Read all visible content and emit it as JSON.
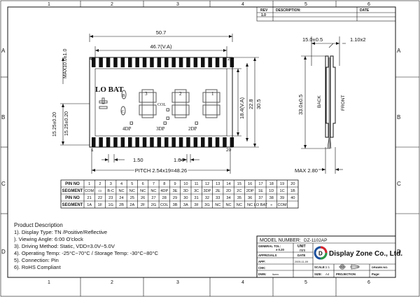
{
  "frame": {
    "columns": [
      "1",
      "2",
      "3",
      "4",
      "5",
      "6"
    ],
    "rows": [
      "A",
      "B",
      "C",
      "D"
    ]
  },
  "title_block_top": {
    "rev_label": "REV",
    "description_label": "DESCRIPTION:",
    "date_label": "DATE",
    "rev_value": "1.0"
  },
  "front_view": {
    "overall_width": "50.7",
    "viewing_area_width": "46.7(V.A)",
    "max_thickness_label": "MAX10.0±1.0",
    "pin_length": "15.25±0.20",
    "height_va": "18.4(V.A)",
    "height_glass": "22.8",
    "height_total": "30.5",
    "pin_width": "1.50",
    "pin_gap": "1.04",
    "pitch": "PITCH 2.54x19=48.26",
    "pin_first_top": "40",
    "pin_last_top": "21",
    "pin_first_bottom": "1",
    "pin_last_bottom": "20",
    "annunciators": {
      "lobat": "LO BAT",
      "b": "B",
      "c": "C",
      "col": "COL",
      "dp4": "4DP",
      "dp3": "3DP",
      "dp2": "2DP",
      "d3": "3",
      "d2": "2",
      "d1": "1"
    }
  },
  "side_view": {
    "top_width": "15.0±0.5",
    "thickness": "1.10x2",
    "height": "33.0±0.5",
    "back_label": "BACK",
    "front_label": "FRONT",
    "max_depth": "MAX 2.80"
  },
  "pin_table": [
    [
      "PIN NO",
      "1",
      "2",
      "3",
      "4",
      "5",
      "6",
      "7",
      "8",
      "9",
      "10",
      "11",
      "12",
      "13",
      "14",
      "15",
      "16",
      "17",
      "18",
      "19",
      "20"
    ],
    [
      "SEGMENT",
      "COM",
      "▭",
      "B-C",
      "NC",
      "NC",
      "NC",
      "NC",
      "4DP",
      "3E",
      "3D",
      "3C",
      "3DP",
      "2E",
      "2D",
      "2C",
      "2DP",
      "1E",
      "1D",
      "1C",
      "1B"
    ],
    [
      "PIN NO",
      "21",
      "22",
      "23",
      "24",
      "25",
      "26",
      "27",
      "28",
      "29",
      "30",
      "31",
      "32",
      "33",
      "34",
      "35",
      "36",
      "37",
      "38",
      "39",
      "40"
    ],
    [
      "SEGMENT",
      "1A",
      "1F",
      "1G",
      "2B",
      "2A",
      "2F",
      "2G",
      "COL",
      "3B",
      "3A",
      "3F",
      "3G",
      "NC",
      "NC",
      "NC",
      "NC",
      "LO BAT",
      "÷",
      "COM",
      ""
    ]
  ],
  "description": {
    "title": "Product Description",
    "items": [
      "1). Display Type: TN /Positive/Reflective",
      "). Viewing Angle: 6:00 O'clock",
      "3). Driving Method: Static, VDD=3.0V~5.0V",
      "4). Operating Temp: -25°C~70°C / Storage Temp: -30°C~80°C",
      "5). Connection: Pin",
      "6). RoHS Compliant"
    ]
  },
  "title_block": {
    "model_label": "MODEL NUMBER:",
    "model_value": "DZ-1102AP",
    "general_tol": "GENERAL TOL:",
    "tol_value": "± 0.20",
    "unit_label": "UNIT",
    "unit_value": "mm",
    "approvals": "APPROVALS",
    "date_label": "DATE",
    "company": "Display Zone Co., Ltd.",
    "app_label": "APP:",
    "app_date": "2005-11-09",
    "scale_label": "SCALE:",
    "scale_value": "1:1",
    "drawn_no": "DRAWN NO.",
    "chk_label": "CHK:",
    "dwn_label": "DWN:",
    "dwn_value": "liwen",
    "size_label": "SIZE:",
    "size_value": "A4",
    "projection": "PROJECTION",
    "page_label": "Page:"
  },
  "colors": {
    "logo_red": "#d8262e",
    "logo_green": "#2e9a44",
    "logo_blue": "#1b4f9c"
  }
}
